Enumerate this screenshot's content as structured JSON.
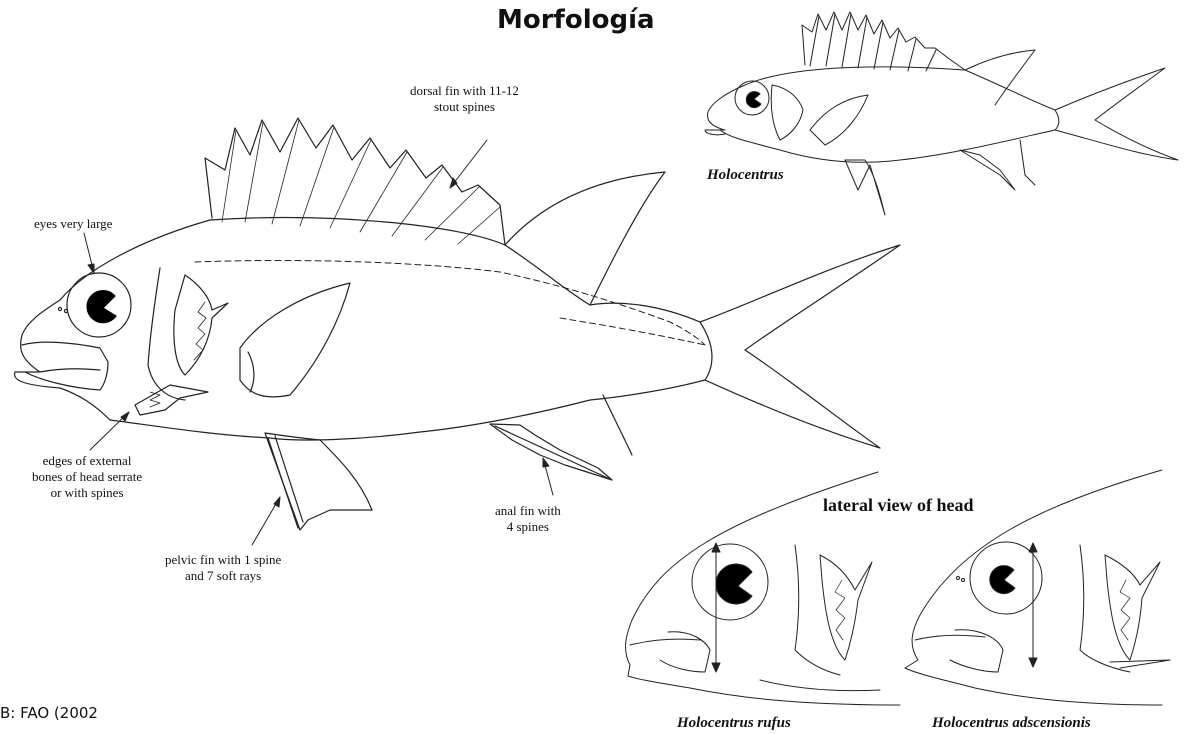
{
  "title": "Morfología",
  "labels": {
    "dorsal_fin": [
      "dorsal fin with 11-12",
      "stout spines"
    ],
    "eyes": [
      "eyes very large"
    ],
    "edges": [
      "edges of external",
      "bones of head serrate",
      "or with spines"
    ],
    "pelvic_fin": [
      "pelvic fin with 1 spine",
      "and 7 soft rays"
    ],
    "anal_fin": [
      "anal fin with",
      "4 spines"
    ]
  },
  "captions": {
    "genus": "Holocentrus",
    "head_section": "lateral view of head",
    "rufus": "Holocentrus rufus",
    "adscensionis": "Holocentrus adscensionis"
  },
  "source": "B: FAO (2002"
}
